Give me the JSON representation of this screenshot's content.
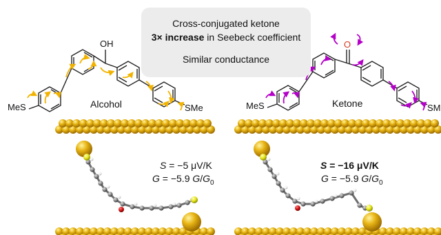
{
  "info_box": {
    "line1": "Cross-conjugated ketone",
    "line2_bold": "3× increase",
    "line2_rest": " in Seebeck coefficient",
    "line3": "Similar conductance"
  },
  "alcohol": {
    "name": "Alcohol",
    "oh_label": "OH",
    "left_group": "MeS",
    "right_group": "SMe",
    "arrow_color": "#f2b300"
  },
  "ketone": {
    "name": "Ketone",
    "o_label": "O",
    "left_group": "MeS",
    "right_group": "SM",
    "arrow_color": "#b400c8",
    "oxygen_color": "#d83a20"
  },
  "junction_left": {
    "s_symbol": "S",
    "s_value": " = −5 μV/K",
    "g_symbol": "G",
    "g_value": " = −5.9 ",
    "g_ratio": "G",
    "g_slash": "/",
    "g_sub_base": "G",
    "g_sub": "0"
  },
  "junction_right": {
    "s_symbol": "S",
    "s_value": " = −16 μV/K",
    "g_symbol": "G",
    "g_value": " = −5.9 ",
    "g_ratio": "G",
    "g_slash": "/",
    "g_sub_base": "G",
    "g_sub": "0"
  },
  "colors": {
    "gold": "#e8b515",
    "gold_dark": "#c08a00",
    "sulfur": "#e6e61a",
    "carbon": "#8c8c8c",
    "hydrogen": "#f0f0f0",
    "oxygen": "#d01010",
    "box_fill": "#ececec"
  }
}
